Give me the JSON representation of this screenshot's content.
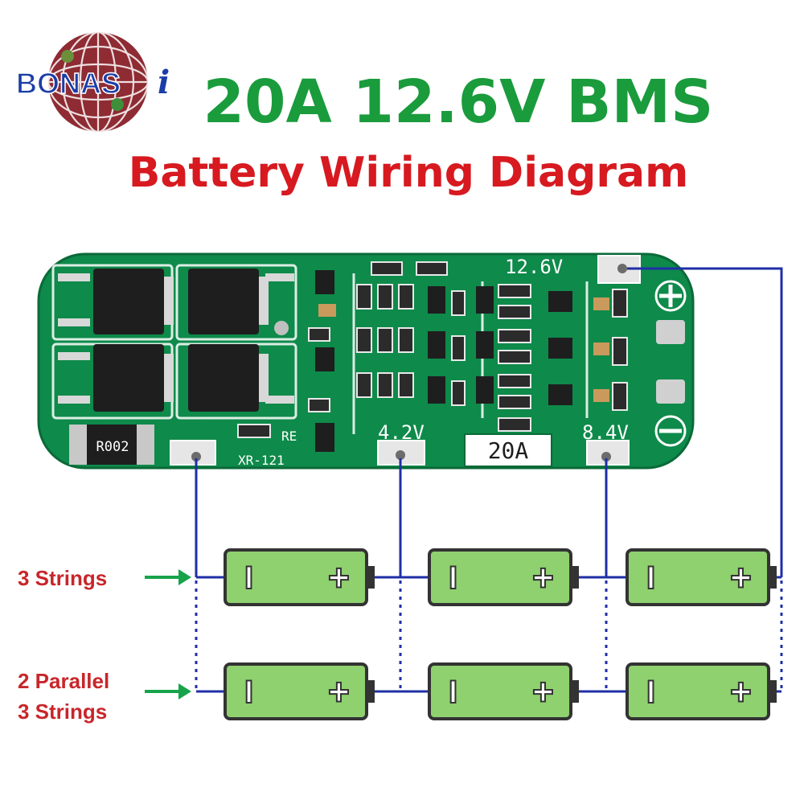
{
  "logo": {
    "text": "BONAS",
    "mark": "i"
  },
  "title": "20A 12.6V BMS",
  "subtitle": "Battery Wiring Diagram",
  "board": {
    "label_12v6": "12.6V",
    "label_4v2": "4.2V",
    "label_8v4": "8.4V",
    "current_badge": "20A",
    "model": "XR-121",
    "shunt": "R002",
    "re_mark": "RE"
  },
  "rows": {
    "row1_label": "3 Strings",
    "row2_label_line1": "2 Parallel",
    "row2_label_line2": "3 Strings"
  },
  "battery": {
    "neg": "I",
    "pos": "+"
  },
  "colors": {
    "title_green": "#1a9b3c",
    "subtitle_red": "#d71920",
    "pcb_green": "#0e8a4a",
    "wire_blue": "#1f2fa6",
    "battery_green": "#8fd06f",
    "label_red": "#c8262a",
    "arrow_green": "#17a34a"
  }
}
